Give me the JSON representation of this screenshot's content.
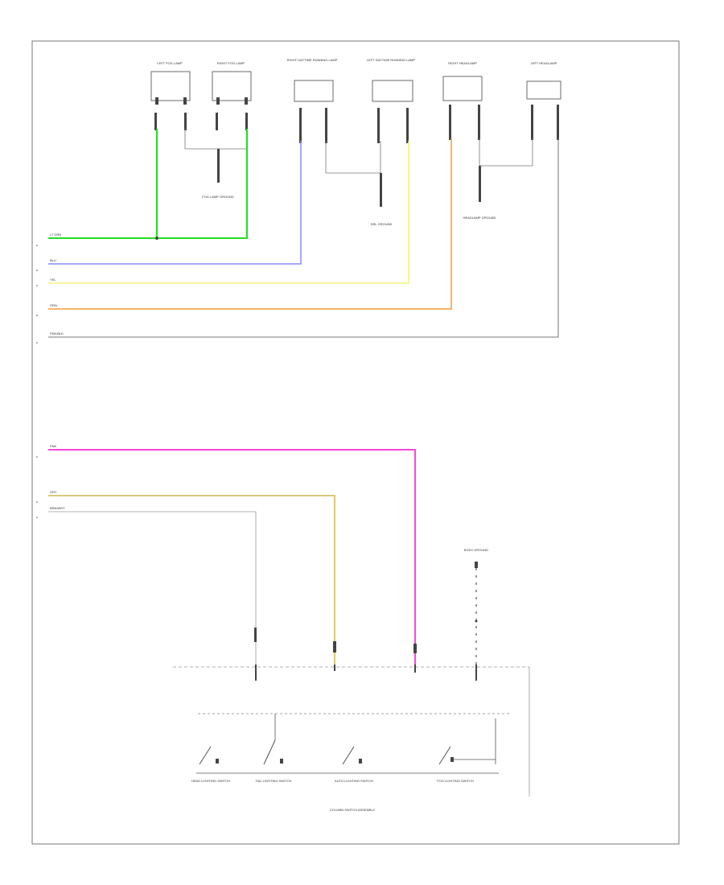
{
  "diagram": {
    "corner_label": "",
    "components_top": [
      {
        "label": "LEFT FOG LAMP",
        "pin": ""
      },
      {
        "label": "RIGHT FOG LAMP",
        "pin": ""
      },
      {
        "label": "RIGHT DAYTIME RUNNING LAMP",
        "pin": ""
      },
      {
        "label": "LEFT DAYTIME RUNNING LAMP",
        "pin": ""
      },
      {
        "label": "RIGHT HEADLAMP",
        "pin": ""
      },
      {
        "label": "LEFT HEADLAMP",
        "pin": ""
      }
    ],
    "splices": [
      {
        "label": "FOG LAMP GROUND"
      },
      {
        "label": "DRL GROUND"
      },
      {
        "label": "HEADLAMP GROUND"
      }
    ],
    "wires": [
      {
        "label": "LT GRN",
        "color": "#22dd22"
      },
      {
        "label": "BLU",
        "color": "#8888ff"
      },
      {
        "label": "YEL",
        "color": "#f2f27a"
      },
      {
        "label": "ORN",
        "color": "#ff9933"
      },
      {
        "label": "PNK/BLK",
        "color": "#777777"
      },
      {
        "label": "PNK",
        "color": "#ff44dd"
      },
      {
        "label": "GRY",
        "color": "#d9c97a"
      },
      {
        "label": "BRN/WHT",
        "color": "#999999"
      }
    ],
    "module": {
      "title": "",
      "ground_label": "BODY GROUND",
      "switches": [
        {
          "label": "HEAD LIGHTING SWITCH"
        },
        {
          "label": "TAIL LIGHTING SWITCH"
        },
        {
          "label": "AUTO LIGHTING SWITCH"
        },
        {
          "label": "FOG LIGHTING SWITCH"
        }
      ],
      "assembly_label": "COLUMN SWITCH ASSEMBLY"
    }
  }
}
